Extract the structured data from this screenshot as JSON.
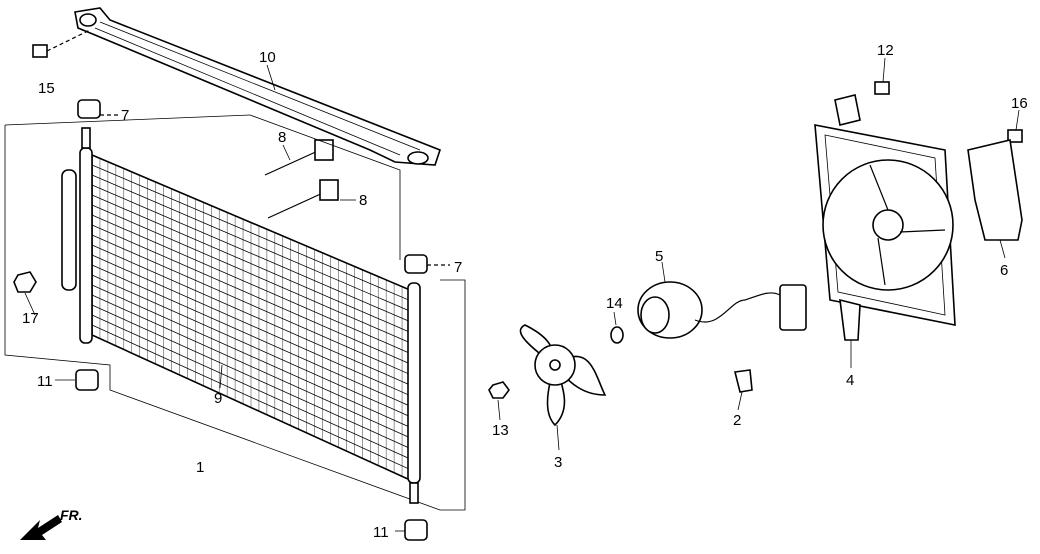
{
  "diagram": {
    "title": "A/C Condenser assembly",
    "direction_label": "FR.",
    "callouts": [
      {
        "id": "15",
        "name": "bolt"
      },
      {
        "id": "10",
        "name": "upper-bracket"
      },
      {
        "id": "7",
        "name": "upper-cushion-left"
      },
      {
        "id": "8",
        "name": "mount-bolt-upper"
      },
      {
        "id": "8b",
        "label": "8",
        "name": "mount-bolt-lower"
      },
      {
        "id": "7b",
        "label": "7",
        "name": "upper-cushion-right"
      },
      {
        "id": "17",
        "name": "nut"
      },
      {
        "id": "11",
        "name": "lower-cushion-left"
      },
      {
        "id": "9",
        "name": "condenser-core"
      },
      {
        "id": "1",
        "name": "condenser-assembly"
      },
      {
        "id": "11b",
        "label": "11",
        "name": "lower-cushion-right"
      },
      {
        "id": "14",
        "name": "washer"
      },
      {
        "id": "5",
        "name": "fan-motor"
      },
      {
        "id": "13",
        "name": "fan-nut"
      },
      {
        "id": "3",
        "name": "fan"
      },
      {
        "id": "2",
        "name": "clip"
      },
      {
        "id": "4",
        "name": "shroud"
      },
      {
        "id": "12",
        "name": "shroud-bolt"
      },
      {
        "id": "16",
        "name": "bracket-bolt"
      },
      {
        "id": "6",
        "name": "shroud-bracket"
      }
    ],
    "labels": {
      "c15": "15",
      "c10": "10",
      "c7a": "7",
      "c8a": "8",
      "c8b": "8",
      "c7b": "7",
      "c17": "17",
      "c11a": "11",
      "c9": "9",
      "c1": "1",
      "c11b": "11",
      "c14": "14",
      "c5": "5",
      "c13": "13",
      "c3": "3",
      "c2": "2",
      "c4": "4",
      "c12": "12",
      "c16": "16",
      "c6": "6"
    }
  }
}
